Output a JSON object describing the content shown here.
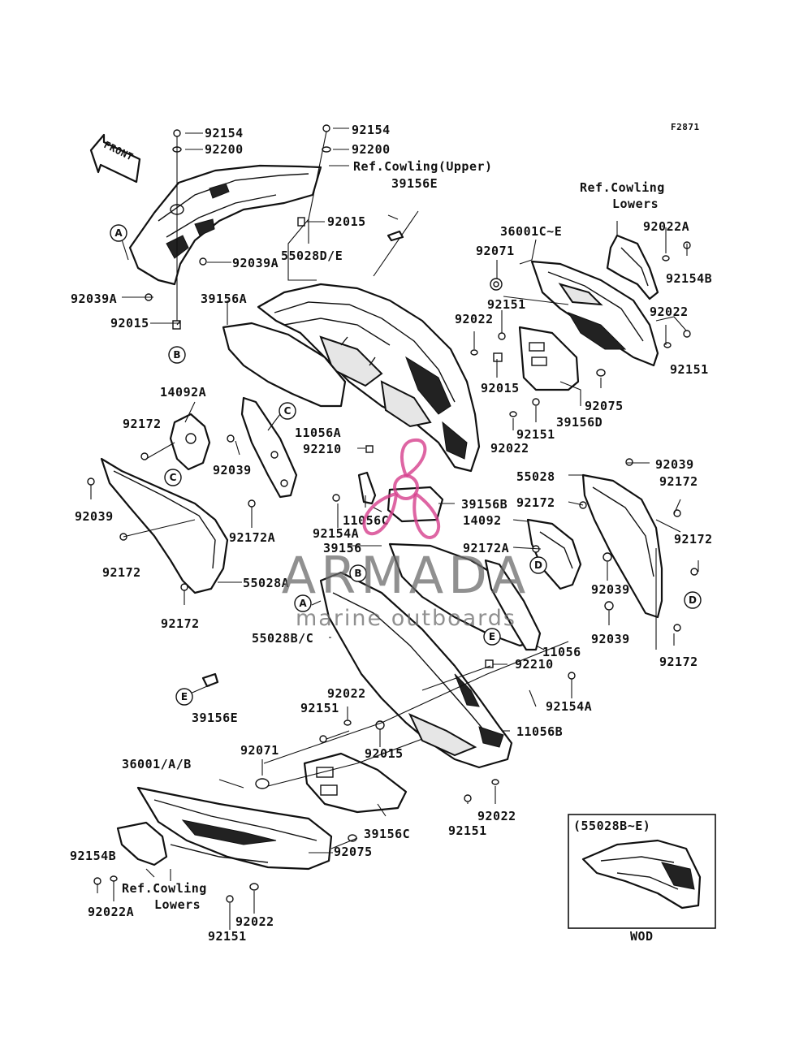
{
  "diagram": {
    "code": "F2871",
    "front_arrow": "FRONT",
    "callouts": [
      "A",
      "B",
      "C",
      "D",
      "E"
    ],
    "labels": {
      "l_92154_top_left": "92154",
      "l_92200_top_left": "92200",
      "l_92154_top_mid": "92154",
      "l_92200_top_mid": "92200",
      "l_ref_cowling_upper": "Ref.Cowling(Upper)",
      "l_92015_top": "92015",
      "l_39156E_top": "39156E",
      "l_92039A_1": "92039A",
      "l_92039A_2": "92039A",
      "l_92015_left": "92015",
      "l_55028DE": "55028D/E",
      "l_39156A": "39156A",
      "l_ref_cowling_lowers_top_1": "Ref.Cowling",
      "l_ref_cowling_lowers_top_2": "Lowers",
      "l_36001C_E": "36001C~E",
      "l_92022A_top": "92022A",
      "l_92071_top": "92071",
      "l_92154B_top": "92154B",
      "l_92151_a": "92151",
      "l_92022_a": "92022",
      "l_92022_b": "92022",
      "l_92015_mid": "92015",
      "l_92151_b": "92151",
      "l_92075_top": "92075",
      "l_39156D": "39156D",
      "l_92151_c": "92151",
      "l_92022_c": "92022",
      "l_14092A": "14092A",
      "l_92172_a": "92172",
      "l_11056A": "11056A",
      "l_92210_top": "92210",
      "l_92039_a": "92039",
      "l_92039_b": "92039",
      "l_55028": "55028",
      "l_92039_c": "92039",
      "l_92172_b": "92172",
      "l_92172_c": "92172",
      "l_39156B": "39156B",
      "l_11056C": "11056C",
      "l_92154A_a": "92154A",
      "l_14092": "14092",
      "l_92172_d": "92172",
      "l_92172A_a": "92172A",
      "l_92172_e": "92172",
      "l_92172A_b": "92172A",
      "l_39156_mid": "39156",
      "l_92039_d": "92039",
      "l_55028A": "55028A",
      "l_92172_f": "92172",
      "l_92039_e": "92039",
      "l_55028BC": "55028B/C",
      "l_11056": "11056",
      "l_92172_g": "92172",
      "l_92210_b": "92210",
      "l_92022_d": "92022",
      "l_92151_d": "92151",
      "l_92154A_b": "92154A",
      "l_39156E_b": "39156E",
      "l_11056B": "11056B",
      "l_92015_b": "92015",
      "l_92071_b": "92071",
      "l_36001AB": "36001/A/B",
      "l_39156C": "39156C",
      "l_92022_e": "92022",
      "l_92151_e": "92151",
      "l_92075_b": "92075",
      "l_92154B_b": "92154B",
      "l_ref_cowling_lowers_b_1": "Ref.Cowling",
      "l_ref_cowling_lowers_b_2": "Lowers",
      "l_92022A_b": "92022A",
      "l_92022_f": "92022",
      "l_92151_f": "92151",
      "l_inset_title": "(55028B~E)",
      "l_inset_caption": "WOD"
    }
  },
  "watermark": {
    "brand": "ARMADA",
    "tagline": "marine outboards",
    "color_brand": "#6b6b6b",
    "color_logo": "#d63f8c"
  }
}
